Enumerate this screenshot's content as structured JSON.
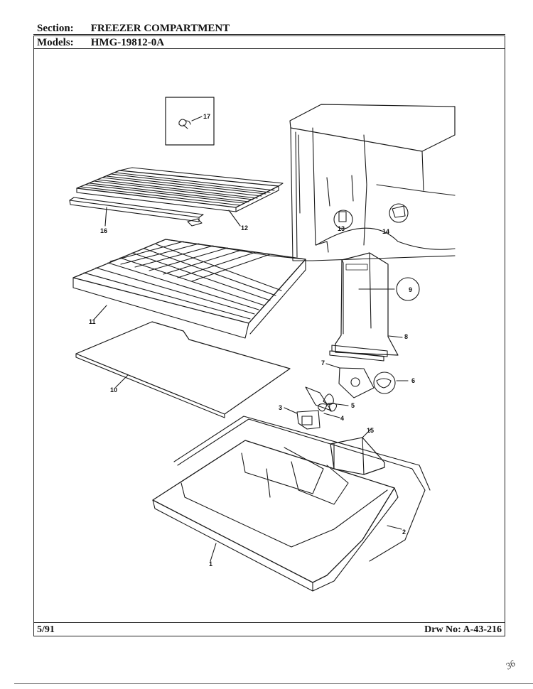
{
  "header": {
    "section_label": "Section:",
    "section_value": "FREEZER COMPARTMENT",
    "models_label": "Models:",
    "models_value": "HMG-19812-0A"
  },
  "footer": {
    "date": "5/91",
    "drawing_number": "Drw No: A-43-216"
  },
  "page_mark": "36",
  "callouts": {
    "c1": "1",
    "c2": "2",
    "c3": "3",
    "c4": "4",
    "c5": "5",
    "c6": "6",
    "c7": "7",
    "c8": "8",
    "c9": "9",
    "c10": "10",
    "c11": "11",
    "c12": "12",
    "c13": "13",
    "c14": "14",
    "c15": "15",
    "c16": "16",
    "c17": "17"
  }
}
